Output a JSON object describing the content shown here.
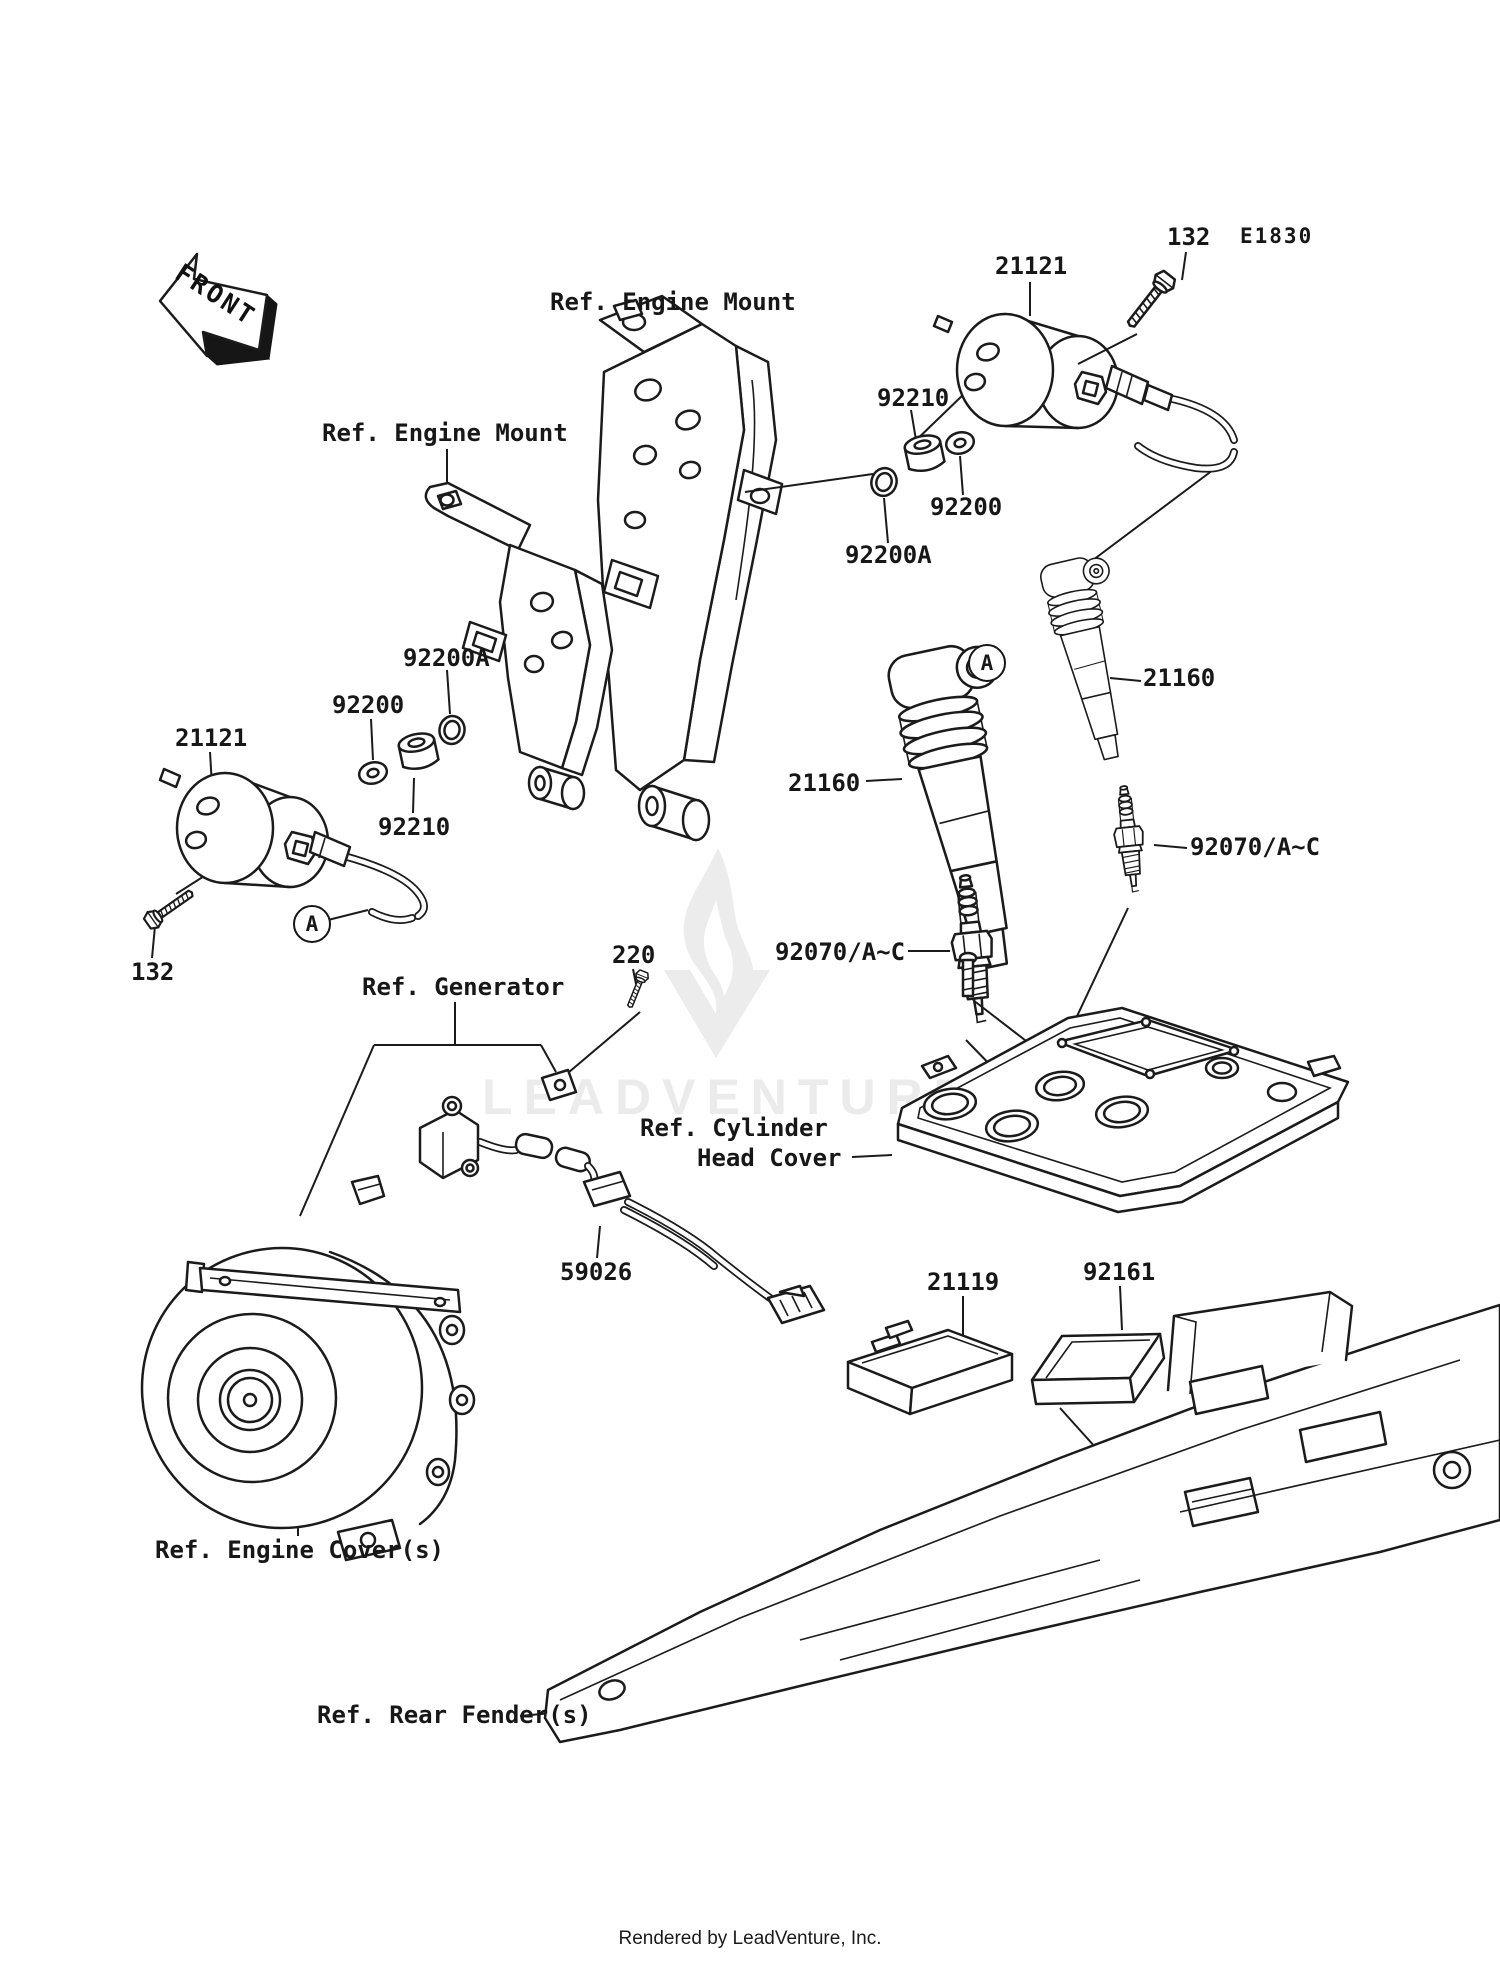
{
  "document": {
    "diagram_code": "E1830",
    "front_marker": "FRONT",
    "watermark": "LEADVENTURE",
    "footer": "Rendered by LeadVenture, Inc."
  },
  "parts": {
    "ignition_coil": "21121",
    "screw": "132",
    "nut": "92210",
    "washer": "92200",
    "damper_ring": "92200A",
    "stick_coil": "21160",
    "spark_plug": "92070/A~C",
    "bolt": "220",
    "harness_pickup": "59026",
    "igniter": "21119",
    "damper": "92161",
    "connector_marker": "A"
  },
  "references": {
    "engine_mount": "Ref. Engine Mount",
    "generator": "Ref. Generator",
    "cylinder_head_line1": "Ref. Cylinder",
    "cylinder_head_line2": "Head Cover",
    "engine_cover": "Ref. Engine Cover(s)",
    "rear_fender": "Ref. Rear Fender(s)"
  }
}
